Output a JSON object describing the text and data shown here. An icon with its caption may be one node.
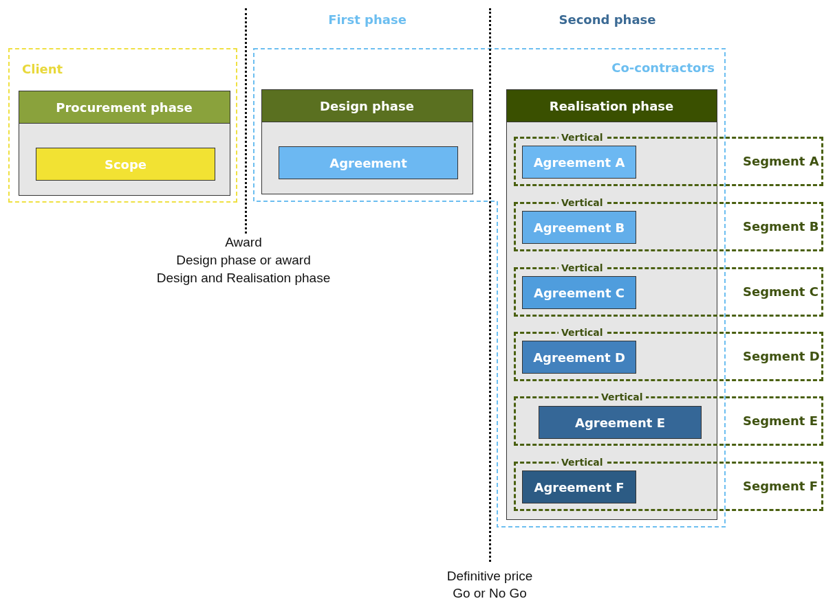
{
  "diagram": {
    "nodes": [
      {
        "text": [
          "Client"
        ]
      },
      {
        "text": [
          "Procurement phase"
        ],
        "in": 0
      },
      {
        "text": [
          "Scope"
        ],
        "in": 1
      },
      {
        "text": [
          "Co-contractors"
        ]
      },
      {
        "text": [
          "Design phase"
        ],
        "in": 3
      },
      {
        "text": [
          "Agreement"
        ],
        "in": 4
      },
      {
        "text": [
          "Realisation phase"
        ],
        "in": 3
      },
      {
        "text": [
          "Vertical",
          "Segment A"
        ]
      },
      {
        "text": [
          "Agreement A"
        ]
      },
      {
        "text": [
          "Vertical",
          "Segment B"
        ]
      },
      {
        "text": [
          "Agreement B"
        ]
      },
      {
        "text": [
          "Vertical",
          "Segment C"
        ]
      },
      {
        "text": [
          "Agreement C"
        ]
      },
      {
        "text": [
          "Vertical",
          "Segment D"
        ]
      },
      {
        "text": [
          "Agreement D"
        ]
      },
      {
        "text": [
          "Vertical",
          "Segment E"
        ]
      },
      {
        "text": [
          "Agreement E"
        ]
      },
      {
        "text": [
          "Vertical",
          "Segment F"
        ]
      },
      {
        "text": [
          "Agreement F"
        ]
      }
    ],
    "edges": [],
    "labels": [
      "First phase",
      "Second phase",
      "Award",
      "Design phase or award",
      "Design and Realisation phase",
      "Definitive price",
      "Go or No Go"
    ]
  }
}
